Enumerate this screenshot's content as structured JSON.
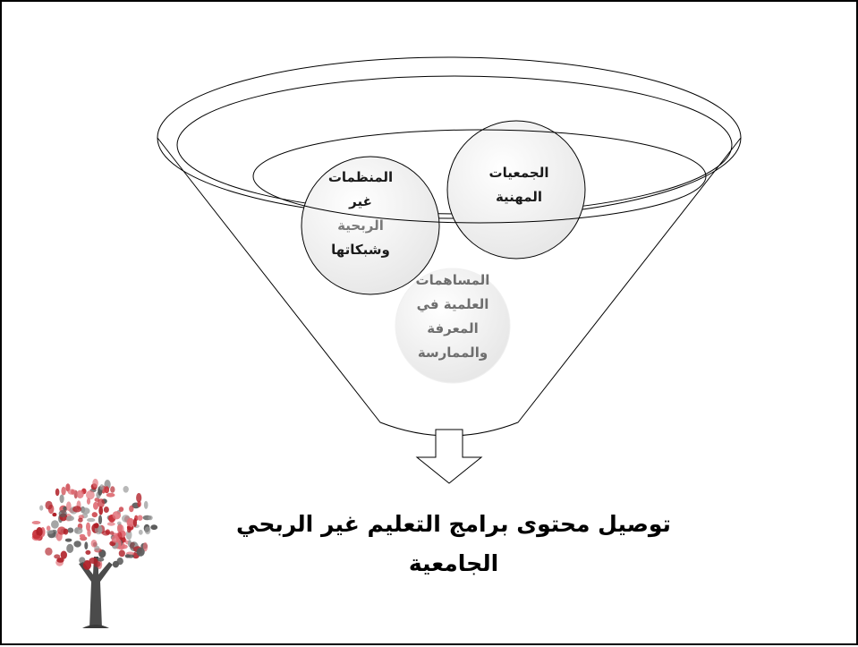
{
  "circles": {
    "professional_associations": {
      "lines": [
        "الجمعيات",
        "المهنية"
      ]
    },
    "nonprofits": {
      "lines": [
        "المنظمات",
        "غير",
        "الربحية",
        "وشبكاتها"
      ]
    },
    "scientific_contributions": {
      "lines": [
        "المساهمات",
        "العلمية في",
        "المعرفة",
        "والممارسة"
      ]
    }
  },
  "outcome": {
    "lines": [
      "توصيل محتوى برامج التعليم غير الربحي",
      "الجامعية"
    ]
  },
  "icons": {
    "logo": "handprint-tree-icon",
    "arrow": "down-arrow-icon"
  },
  "colors": {
    "outline": "#000000",
    "circle_fill": "#f2f2f2",
    "tree_red": "#c8323a",
    "tree_gray": "#5a5a5a"
  }
}
